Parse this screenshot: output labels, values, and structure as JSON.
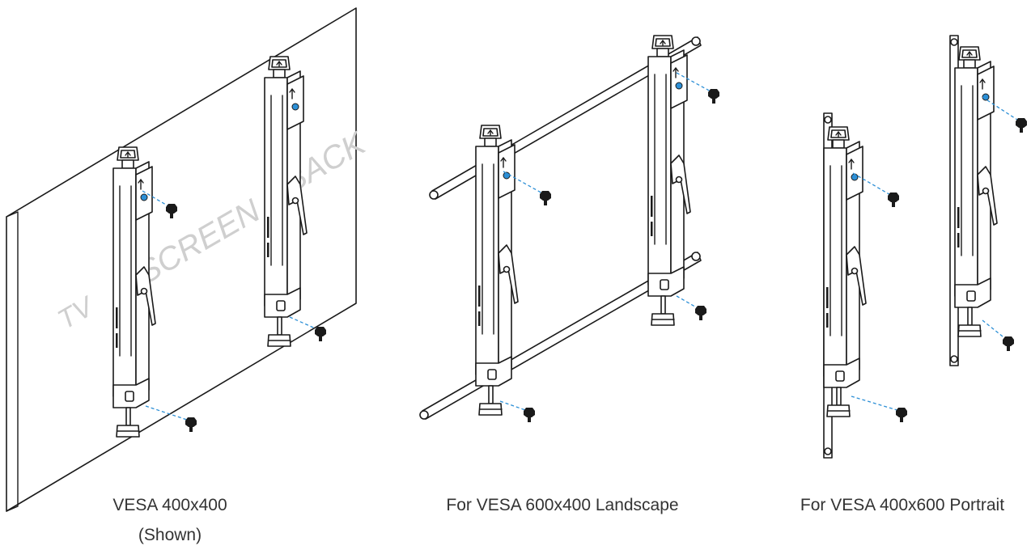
{
  "panels": [
    {
      "id": "vesa-400x400",
      "caption_line1": "VESA 400x400",
      "caption_line2": "(Shown)",
      "screen_label": {
        "word1": "TV",
        "word2": "SCREEN",
        "word3": "BACK"
      }
    },
    {
      "id": "vesa-600x400-landscape",
      "caption_line1": "For VESA 600x400 Landscape"
    },
    {
      "id": "vesa-400x600-portrait",
      "caption_line1": "For VESA 400x600 Portrait"
    }
  ],
  "colors": {
    "line": "#1a1a1a",
    "screw_guide": "#2c8fd6",
    "watermark_text": "#cfcfcf",
    "caption_text": "#333333"
  }
}
